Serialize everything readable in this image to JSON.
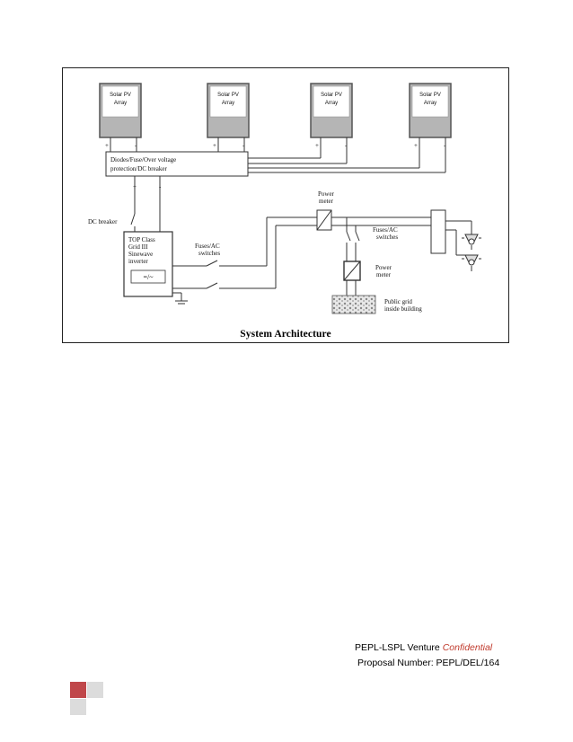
{
  "figure": {
    "caption": "System Architecture",
    "pv_array_label_line1": "Solar PV",
    "pv_array_label_line2": "Array",
    "terminal_plus": "+",
    "terminal_minus": "-",
    "protection_line1": "Diodes/Fuse/Over voltage",
    "protection_line2": "protection/DC breaker",
    "dc_breaker_label": "DC breaker",
    "inverter_line1": "TOP Class",
    "inverter_line2": "Grid III",
    "inverter_line3": "Sinewave",
    "inverter_line4": "inverter",
    "inverter_symbol": "=/~",
    "fuses_left_line1": "Fuses/AC",
    "fuses_left_line2": "switches",
    "fuses_right_line1": "Fuses/AC",
    "fuses_right_line2": "switches",
    "power_meter_top_line1": "Power",
    "power_meter_top_line2": "meter",
    "power_meter_bottom_line1": "Power",
    "power_meter_bottom_line2": "meter",
    "grid_line1": "Public grid",
    "grid_line2": "inside building"
  },
  "footer": {
    "line1_prefix": "PEPL-LSPL Venture ",
    "line1_confidential": "Confidential",
    "line2": "Proposal Number: PEPL/DEL/164"
  },
  "colors": {
    "accent_red": "#c0474a",
    "light_gray": "#dcdcdc",
    "pv_box_fill": "#b5b5b5",
    "confidential": "#c0392b"
  }
}
